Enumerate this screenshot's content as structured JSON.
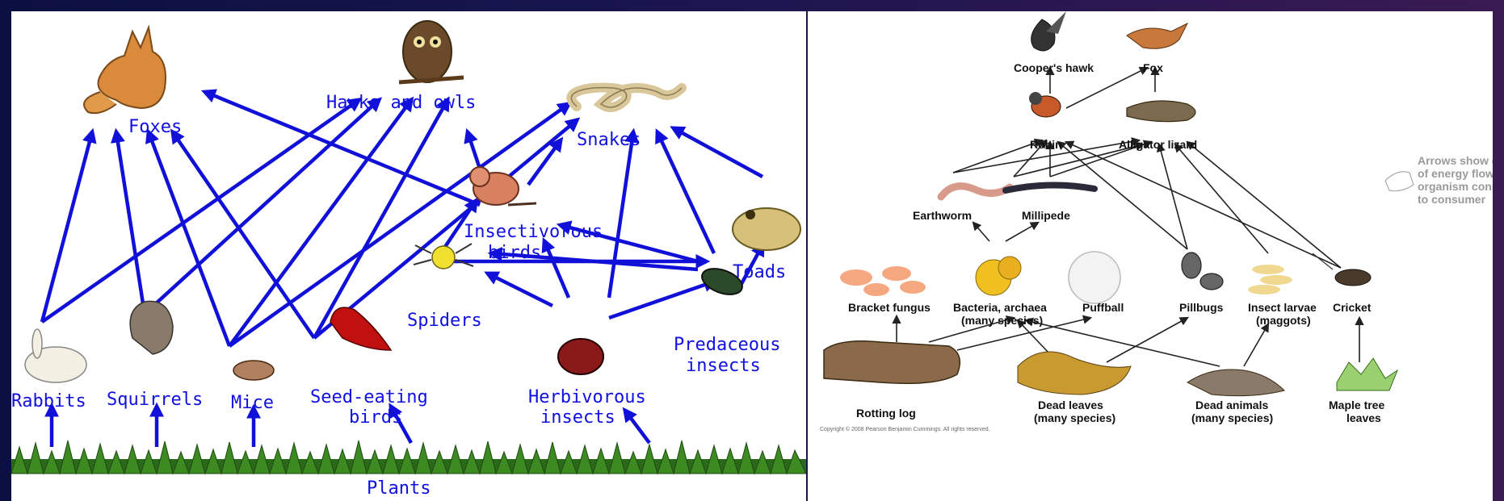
{
  "left": {
    "labels": {
      "foxes": "Foxes",
      "hawks_owls": "Hawks and owls",
      "snakes": "Snakes",
      "insectivorous_birds_1": "Insectivorous",
      "insectivorous_birds_2": "birds",
      "toads": "Toads",
      "spiders": "Spiders",
      "predaceous_1": "Predaceous",
      "predaceous_2": "insects",
      "rabbits": "Rabbits",
      "squirrels": "Squirrels",
      "mice": "Mice",
      "seed_eating_1": "Seed-eating",
      "seed_eating_2": "birds",
      "herbivorous_1": "Herbivorous",
      "herbivorous_2": "insects",
      "plants": "Plants"
    }
  },
  "right": {
    "labels": {
      "coopers_hawk": "Cooper's hawk",
      "fox": "Fox",
      "robin": "Robin",
      "alligator_lizard": "Alligator lizard",
      "earthworm": "Earthworm",
      "millipede": "Millipede",
      "bracket_fungus": "Bracket fungus",
      "bacteria_1": "Bacteria, archaea",
      "bacteria_2": "(many species)",
      "puffball": "Puffball",
      "pillbugs": "Pillbugs",
      "insect_larvae_1": "Insect larvae",
      "insect_larvae_2": "(maggots)",
      "cricket": "Cricket",
      "rotting_log": "Rotting log",
      "dead_leaves_1": "Dead leaves",
      "dead_leaves_2": "(many species)",
      "dead_animals_1": "Dead animals",
      "dead_animals_2": "(many species)",
      "maple_1": "Maple tree",
      "maple_2": "leaves"
    },
    "note": [
      "Arrows show direction",
      "of energy flow: from",
      "organism consumed",
      "to consumer"
    ],
    "copyright": "Copyright © 2008 Pearson Benjamin Cummings. All rights reserved."
  },
  "colors": {
    "left_arrow": "#1010d8",
    "left_label": "#1010e0",
    "background_left": "#0c1040",
    "background_right": "#3a1a52"
  }
}
